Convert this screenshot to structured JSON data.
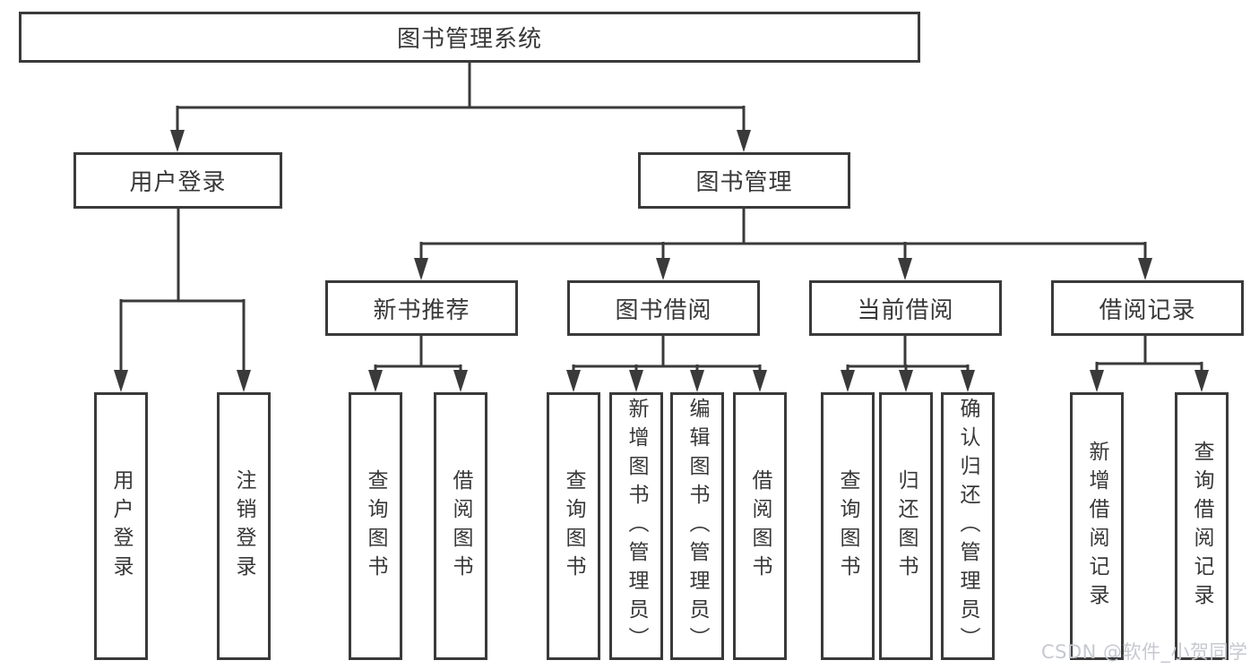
{
  "tree": {
    "label": "图书管理系统",
    "children": [
      {
        "label": "用户登录",
        "children": [
          {
            "label": "用户登录"
          },
          {
            "label": "注销登录"
          }
        ]
      },
      {
        "label": "图书管理",
        "children": [
          {
            "label": "新书推荐",
            "children": [
              {
                "label": "查询图书"
              },
              {
                "label": "借阅图书"
              }
            ]
          },
          {
            "label": "图书借阅",
            "children": [
              {
                "label": "查询图书"
              },
              {
                "label": "新增图书（管理员）"
              },
              {
                "label": "编辑图书（管理员）"
              },
              {
                "label": "借阅图书"
              }
            ]
          },
          {
            "label": "当前借阅",
            "children": [
              {
                "label": "查询图书"
              },
              {
                "label": "归还图书"
              },
              {
                "label": "确认归还（管理员）"
              }
            ]
          },
          {
            "label": "借阅记录",
            "children": [
              {
                "label": "新增借阅记录"
              },
              {
                "label": "查询借阅记录"
              }
            ]
          }
        ]
      }
    ]
  },
  "watermark": "CSDN @软件_小贺同学",
  "colors": {
    "line": "#3a3a3a",
    "text": "#383838",
    "background": "#ffffff",
    "watermark": "#c6c9d0"
  }
}
